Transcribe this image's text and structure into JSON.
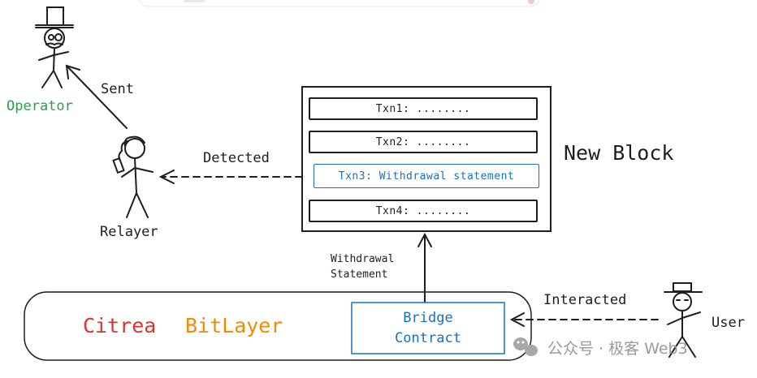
{
  "actors": {
    "operator": "Operator",
    "relayer": "Relayer",
    "user": "User"
  },
  "arrows": {
    "sent": "Sent",
    "detected": "Detected",
    "withdrawal_statement_line1": "Withdrawal",
    "withdrawal_statement_line2": "Statement",
    "interacted": "Interacted"
  },
  "block": {
    "title": "New Block",
    "txns": [
      {
        "label": "Txn1: ........"
      },
      {
        "label": "Txn2: ........"
      },
      {
        "label": "Txn3: Withdrawal statement"
      },
      {
        "label": "Txn4: ........"
      }
    ]
  },
  "chains": {
    "citrea": "Citrea",
    "bitlayer": "BitLayer"
  },
  "bridge": {
    "line1": "Bridge",
    "line2": "Contract"
  },
  "watermark": "公众号 · 极客 Web3",
  "colors": {
    "operator_green": "#2f9e44",
    "citrea_red": "#e03131",
    "bitlayer_orange": "#f08c00",
    "bridge_blue": "#1971c2",
    "ink": "#1e1e1e",
    "watermark_gray": "#9a9a9a"
  }
}
